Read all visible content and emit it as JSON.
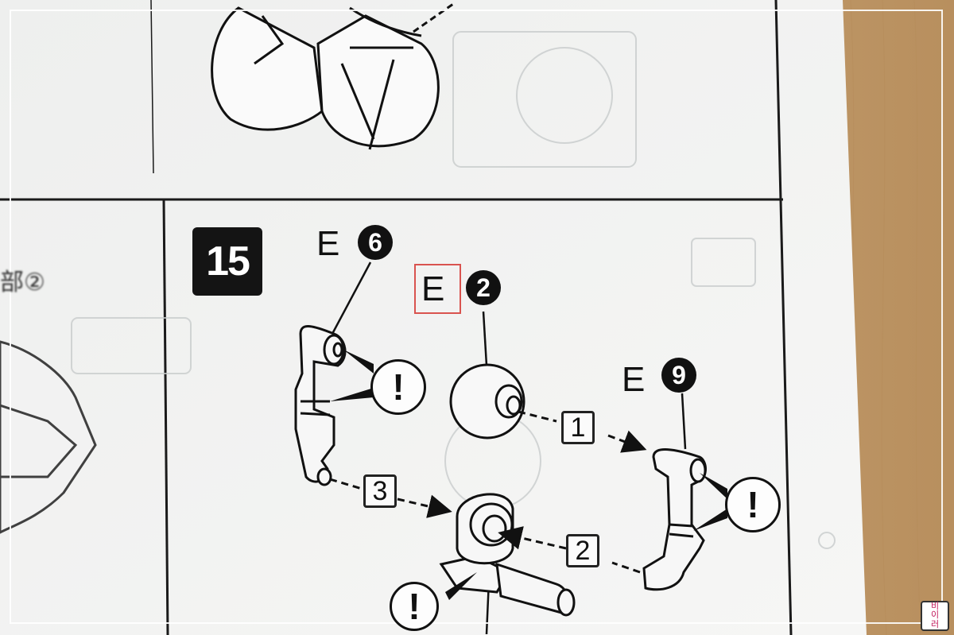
{
  "step_number": "15",
  "parts": [
    {
      "letter": "E",
      "number": "6"
    },
    {
      "letter": "E",
      "number": "2"
    },
    {
      "letter": "E",
      "number": "9"
    }
  ],
  "assembly_order": [
    "1",
    "2",
    "3"
  ],
  "warning_symbol": "!",
  "side_text": "部②",
  "watermark_text": [
    "비",
    "이",
    "러"
  ],
  "colors": {
    "paper": "#f2f3f2",
    "ink": "#111111",
    "highlight": "#d9534f",
    "table": "#c9a77c"
  }
}
